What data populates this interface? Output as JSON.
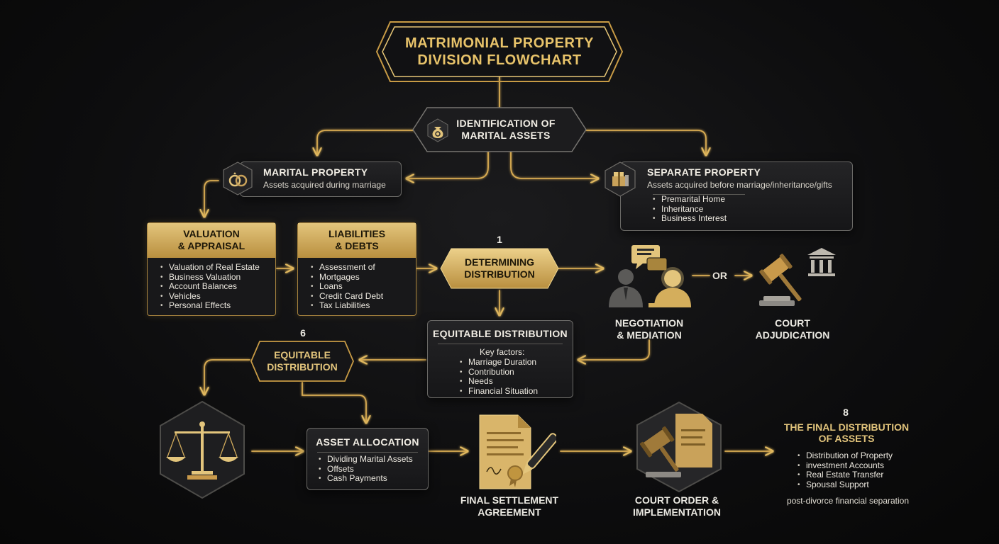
{
  "title": {
    "line1": "MATRIMONIAL PROPERTY",
    "line2": "DIVISION FLOWCHART"
  },
  "identification": {
    "line1": "IDENTIFICATION OF",
    "line2": "MARITAL ASSETS",
    "icon": "money-bag-icon"
  },
  "marital_property": {
    "title": "MARITAL PROPERTY",
    "subtitle": "Assets acquired during marriage",
    "icon": "rings-icon"
  },
  "separate_property": {
    "title": "SEPARATE PROPERTY",
    "subtitle": "Assets acquired before marriage/inheritance/gifts",
    "items": [
      "Premarital Home",
      "Inheritance",
      "Business Interest"
    ],
    "icon": "book-gift-icon"
  },
  "valuation": {
    "title_line1": "VALUATION",
    "title_line2": "& APPRAISAL",
    "items": [
      "Valuation of Real Estate",
      "Business Valuation",
      "Account Balances",
      "Vehicles",
      "Personal Effects"
    ]
  },
  "liabilities": {
    "title_line1": "LIABILITIES",
    "title_line2": "& DEBTS",
    "items": [
      "Assessment of",
      "Mortgages",
      "Loans",
      "Credit Card Debt",
      "Tax Liabilities"
    ]
  },
  "determining": {
    "step": "1",
    "line1": "DETERMINING",
    "line2": "DISTRIBUTION"
  },
  "negotiation": {
    "line1": "NEGOTIATION",
    "line2": "& MEDIATION",
    "icon": "people-speech-icon"
  },
  "or_label": "OR",
  "court_adjudication": {
    "line1": "COURT",
    "line2": "ADJUDICATION",
    "icon": "gavel-courthouse-icon"
  },
  "equitable_box": {
    "title": "EQUITABLE DISTRIBUTION",
    "factors_label": "Key factors:",
    "items": [
      "Marriage Duration",
      "Contribution",
      "Needs",
      "Financial Situation"
    ]
  },
  "equitable_hex": {
    "step": "6",
    "line1": "EQUITABLE",
    "line2": "DISTRIBUTION"
  },
  "scales": {
    "icon": "scales-icon"
  },
  "asset_allocation": {
    "title": "ASSET ALLOCATION",
    "items": [
      "Dividing Marital Assets",
      "Offsets",
      "Cash Payments"
    ]
  },
  "final_settlement": {
    "line1": "FINAL SETTLEMENT",
    "line2": "AGREEMENT",
    "icon": "document-pen-icon"
  },
  "court_order": {
    "line1": "COURT ORDER &",
    "line2": "IMPLEMENTATION",
    "icon": "gavel-document-icon"
  },
  "final_distribution": {
    "step": "8",
    "line1": "THE FINAL DISTRIBUTION",
    "line2": "OF ASSETS",
    "items": [
      "Distribution of Property",
      "investment Accounts",
      "Real Estate Transfer",
      "Spousal Support"
    ],
    "footer": "post-divorce financial separation"
  },
  "colors": {
    "gold": "#e3c57c",
    "gold_dark": "#b98f3f",
    "background": "#0d0d0e",
    "text": "#ece8df"
  }
}
